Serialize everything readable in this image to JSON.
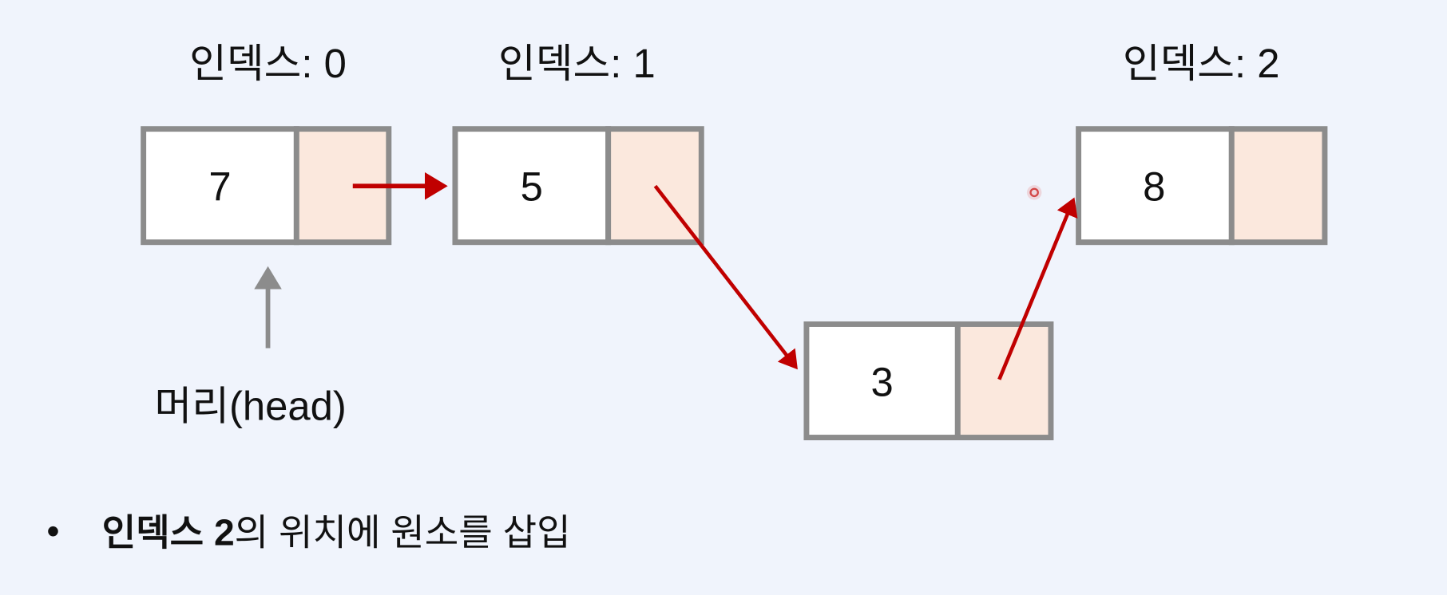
{
  "nodes": [
    {
      "index_label": "인덱스: 0",
      "value": "7"
    },
    {
      "index_label": "인덱스: 1",
      "value": "5"
    },
    {
      "index_label": "",
      "value": "3"
    },
    {
      "index_label": "인덱스: 2",
      "value": "8"
    }
  ],
  "head_label": "머리(head)",
  "bullet": {
    "symbol": "•",
    "text_bold": "인덱스 2",
    "text_rest": "의 위치에 원소를 삽입"
  },
  "colors": {
    "background": "#f0f4fc",
    "border": "#8c8c8c",
    "pointer_cell": "#fbe8dd",
    "arrow": "#c00000",
    "head_arrow": "#8c8c8c"
  }
}
